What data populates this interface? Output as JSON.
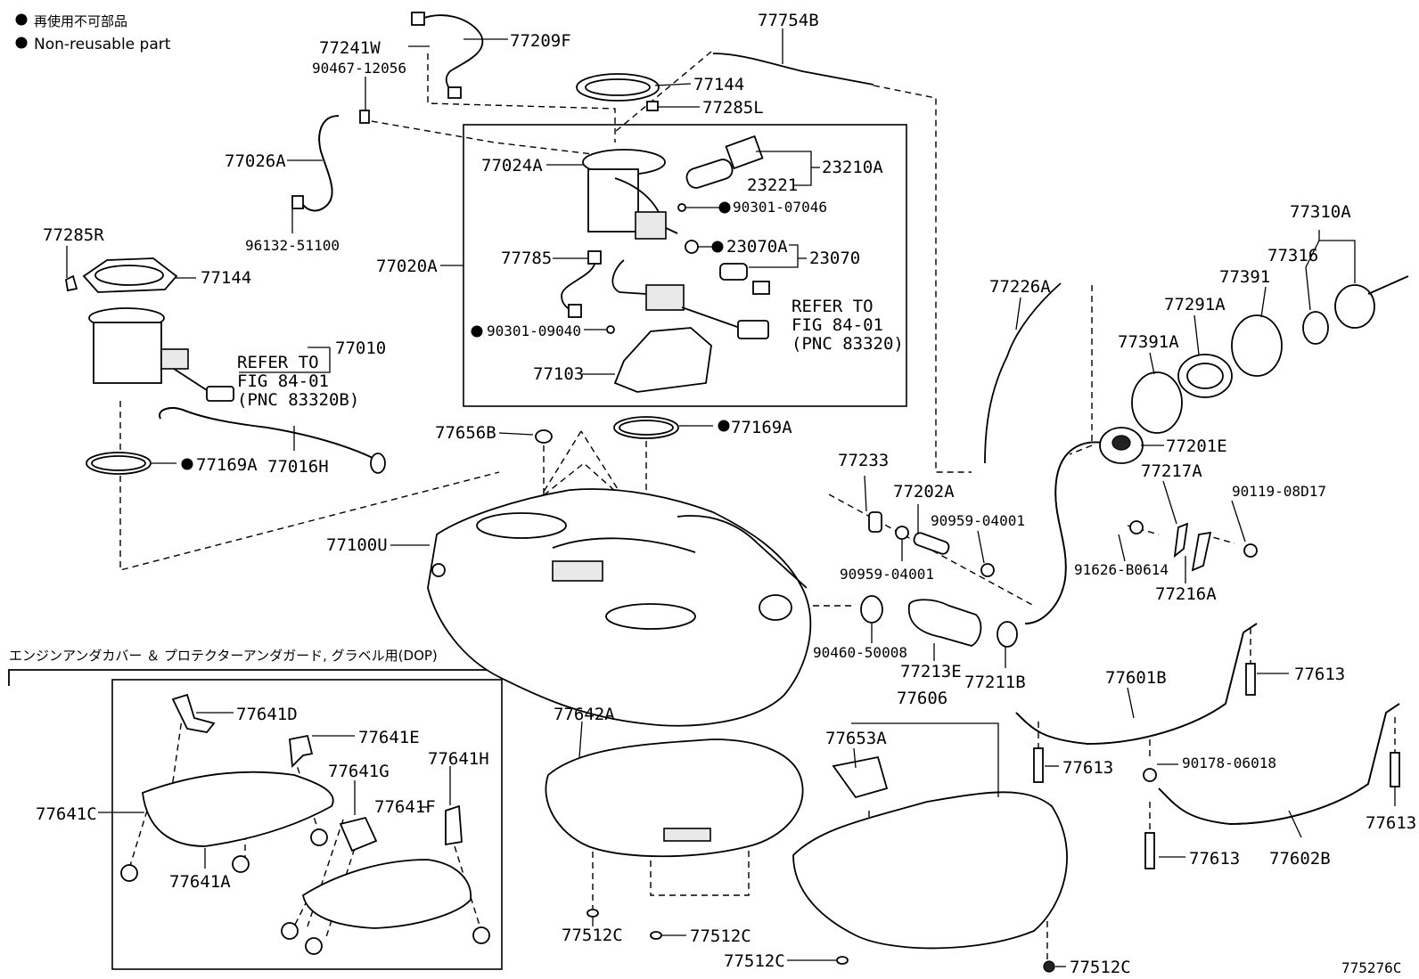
{
  "legend": {
    "jp": "再使用不可部品",
    "en": "Non-reusable part"
  },
  "figure_code": "775276C",
  "dop_caption": "エンジンアンダカバー ＆ プロテクターアンダガード, グラベル用(DOP)",
  "refer": {
    "a": {
      "l1": "REFER TO",
      "l2": "FIG 84-01",
      "l3": "(PNC 83320)"
    },
    "b": {
      "l1": "REFER TO",
      "l2": "FIG 84-01",
      "l3": "(PNC 83320B)"
    }
  },
  "parts": {
    "p77241W": "77241W",
    "p90467": "90467-12056",
    "p77209F": "77209F",
    "p77754B": "77754B",
    "p77144a": "77144",
    "p77285L": "77285L",
    "p77026A": "77026A",
    "p77024A": "77024A",
    "p23221": "23221",
    "p23210A": "23210A",
    "p90301_07046": "90301-07046",
    "p96132": "96132-51100",
    "p77285R": "77285R",
    "p77144b": "77144",
    "p77020A": "77020A",
    "p77785": "77785",
    "p23070A": "23070A",
    "p23070": "23070",
    "p90301_09040": "90301-09040",
    "p77103": "77103",
    "p77010": "77010",
    "p77310A": "77310A",
    "p77316": "77316",
    "p77391a": "77391",
    "p77226A": "77226A",
    "p77291A": "77291A",
    "p77391A": "77391A",
    "p77201E": "77201E",
    "p77656B": "77656B",
    "p77169A_top": "77169A",
    "p77169A_left": "77169A",
    "p77016H": "77016H",
    "p77233": "77233",
    "p77202A": "77202A",
    "p90959a": "90959-04001",
    "p90959b": "90959-04001",
    "p77217A": "77217A",
    "p90119": "90119-08D17",
    "p91626": "91626-B0614",
    "p77216A": "77216A",
    "p77100U": "77100U",
    "p90460": "90460-50008",
    "p77213E": "77213E",
    "p77211B": "77211B",
    "p77606": "77606",
    "p77601B": "77601B",
    "p77613a": "77613",
    "p77613b": "77613",
    "p77613c": "77613",
    "p77613d": "77613",
    "p90178": "90178-06018",
    "p77602B": "77602B",
    "p77642A": "77642A",
    "p77653A": "77653A",
    "p77512C_a": "77512C",
    "p77512C_b": "77512C",
    "p77512C_c": "77512C",
    "p77512C_d": "77512C",
    "p77641D": "77641D",
    "p77641E": "77641E",
    "p77641G": "77641G",
    "p77641H": "77641H",
    "p77641C": "77641C",
    "p77641F": "77641F",
    "p77641A": "77641A"
  }
}
